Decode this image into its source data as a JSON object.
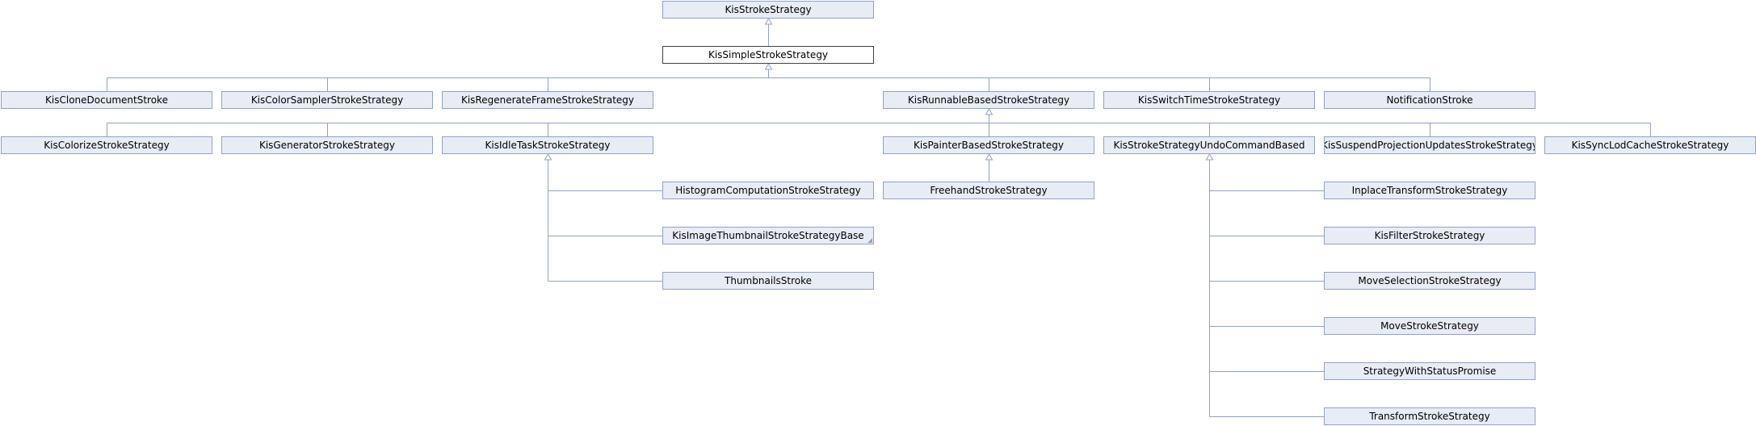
{
  "diagram": {
    "edge_color": "#8fa2cc",
    "node_fill": "#e8ecf5",
    "focus_fill": "#ffffff",
    "nodes": [
      {
        "id": "n0",
        "label": "KisStrokeStrategy"
      },
      {
        "id": "n1",
        "label": "KisSimpleStrokeStrategy",
        "focus": true
      },
      {
        "id": "n2",
        "label": "KisCloneDocumentStroke"
      },
      {
        "id": "n3",
        "label": "KisColorSamplerStrokeStrategy"
      },
      {
        "id": "n4",
        "label": "KisRegenerateFrameStrokeStrategy"
      },
      {
        "id": "n5",
        "label": "KisRunnableBasedStrokeStrategy"
      },
      {
        "id": "n6",
        "label": "KisSwitchTimeStrokeStrategy"
      },
      {
        "id": "n7",
        "label": "NotificationStroke"
      },
      {
        "id": "n8",
        "label": "KisColorizeStrokeStrategy"
      },
      {
        "id": "n9",
        "label": "KisGeneratorStrokeStrategy"
      },
      {
        "id": "n10",
        "label": "KisIdleTaskStrokeStrategy"
      },
      {
        "id": "n11",
        "label": "KisPainterBasedStrokeStrategy"
      },
      {
        "id": "n12",
        "label": "KisStrokeStrategyUndoCommandBased"
      },
      {
        "id": "n13",
        "label": "KisSuspendProjectionUpdatesStrokeStrategy"
      },
      {
        "id": "n14",
        "label": "KisSyncLodCacheStrokeStrategy"
      },
      {
        "id": "n15",
        "label": "HistogramComputationStrokeStrategy"
      },
      {
        "id": "n16",
        "label": "KisImageThumbnailStrokeStrategyBase",
        "truncated": true
      },
      {
        "id": "n17",
        "label": "ThumbnailsStroke"
      },
      {
        "id": "n18",
        "label": "FreehandStrokeStrategy"
      },
      {
        "id": "n19",
        "label": "InplaceTransformStrokeStrategy"
      },
      {
        "id": "n20",
        "label": "KisFilterStrokeStrategy"
      },
      {
        "id": "n21",
        "label": "MoveSelectionStrokeStrategy"
      },
      {
        "id": "n22",
        "label": "MoveStrokeStrategy"
      },
      {
        "id": "n23",
        "label": "StrategyWithStatusPromise"
      },
      {
        "id": "n24",
        "label": "TransformStrokeStrategy"
      }
    ],
    "edges": [
      {
        "child": "n1",
        "parent": "n0"
      },
      {
        "child": "n2",
        "parent": "n1"
      },
      {
        "child": "n3",
        "parent": "n1"
      },
      {
        "child": "n4",
        "parent": "n1"
      },
      {
        "child": "n5",
        "parent": "n1"
      },
      {
        "child": "n6",
        "parent": "n1"
      },
      {
        "child": "n7",
        "parent": "n1"
      },
      {
        "child": "n8",
        "parent": "n5"
      },
      {
        "child": "n9",
        "parent": "n5"
      },
      {
        "child": "n10",
        "parent": "n5"
      },
      {
        "child": "n11",
        "parent": "n5"
      },
      {
        "child": "n12",
        "parent": "n5"
      },
      {
        "child": "n13",
        "parent": "n5"
      },
      {
        "child": "n14",
        "parent": "n5"
      },
      {
        "child": "n15",
        "parent": "n10"
      },
      {
        "child": "n16",
        "parent": "n10"
      },
      {
        "child": "n17",
        "parent": "n10"
      },
      {
        "child": "n18",
        "parent": "n11"
      },
      {
        "child": "n19",
        "parent": "n12"
      },
      {
        "child": "n20",
        "parent": "n12"
      },
      {
        "child": "n21",
        "parent": "n12"
      },
      {
        "child": "n22",
        "parent": "n12"
      },
      {
        "child": "n23",
        "parent": "n12"
      },
      {
        "child": "n24",
        "parent": "n12"
      }
    ]
  }
}
